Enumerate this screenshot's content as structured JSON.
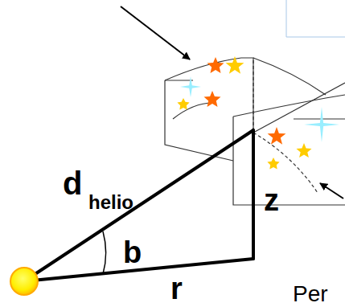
{
  "diagram": {
    "labels": [
      "d",
      "helio",
      "b",
      "z",
      "r",
      "Per"
    ]
  }
}
